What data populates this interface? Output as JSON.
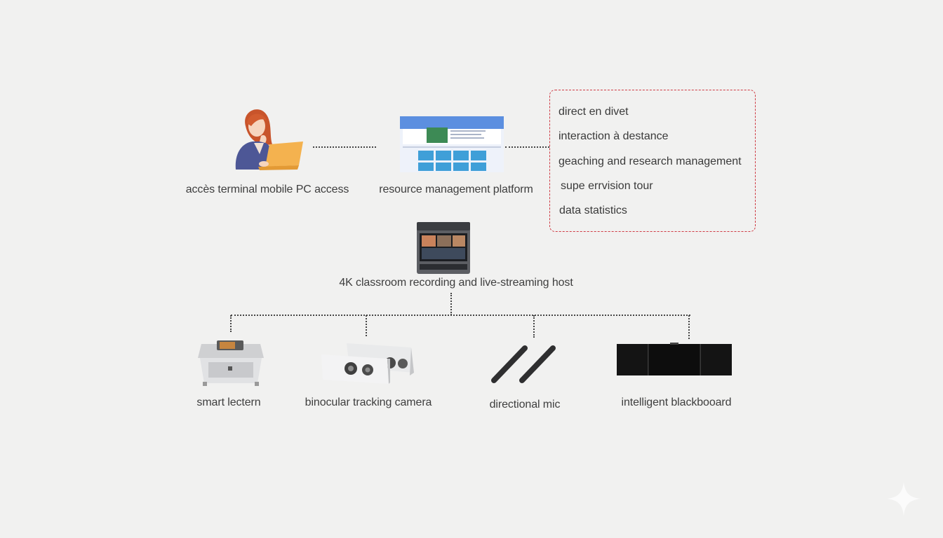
{
  "top_row": {
    "pc_access": {
      "label": "accès terminal mobile PC access",
      "icon": "teacher-with-laptop-icon"
    },
    "platform": {
      "label": "resource management platform",
      "icon": "platform-screenshot-icon"
    }
  },
  "features": {
    "items": [
      "direct en divet",
      "interaction à destance",
      "geaching and research management",
      "supe errvision tour",
      "data statistics"
    ],
    "border_color": "#cf3b44"
  },
  "host": {
    "label": "4K classroom recording and live-streaming host",
    "icon": "recording-host-device-icon"
  },
  "devices": [
    {
      "label": "smart lectern",
      "icon": "smart-lectern-icon"
    },
    {
      "label": "binocular tracking camera",
      "icon": "tracking-camera-icon"
    },
    {
      "label": "directional mic",
      "icon": "directional-mic-icon"
    },
    {
      "label": "intelligent blackbooard",
      "icon": "blackboard-icon"
    }
  ]
}
